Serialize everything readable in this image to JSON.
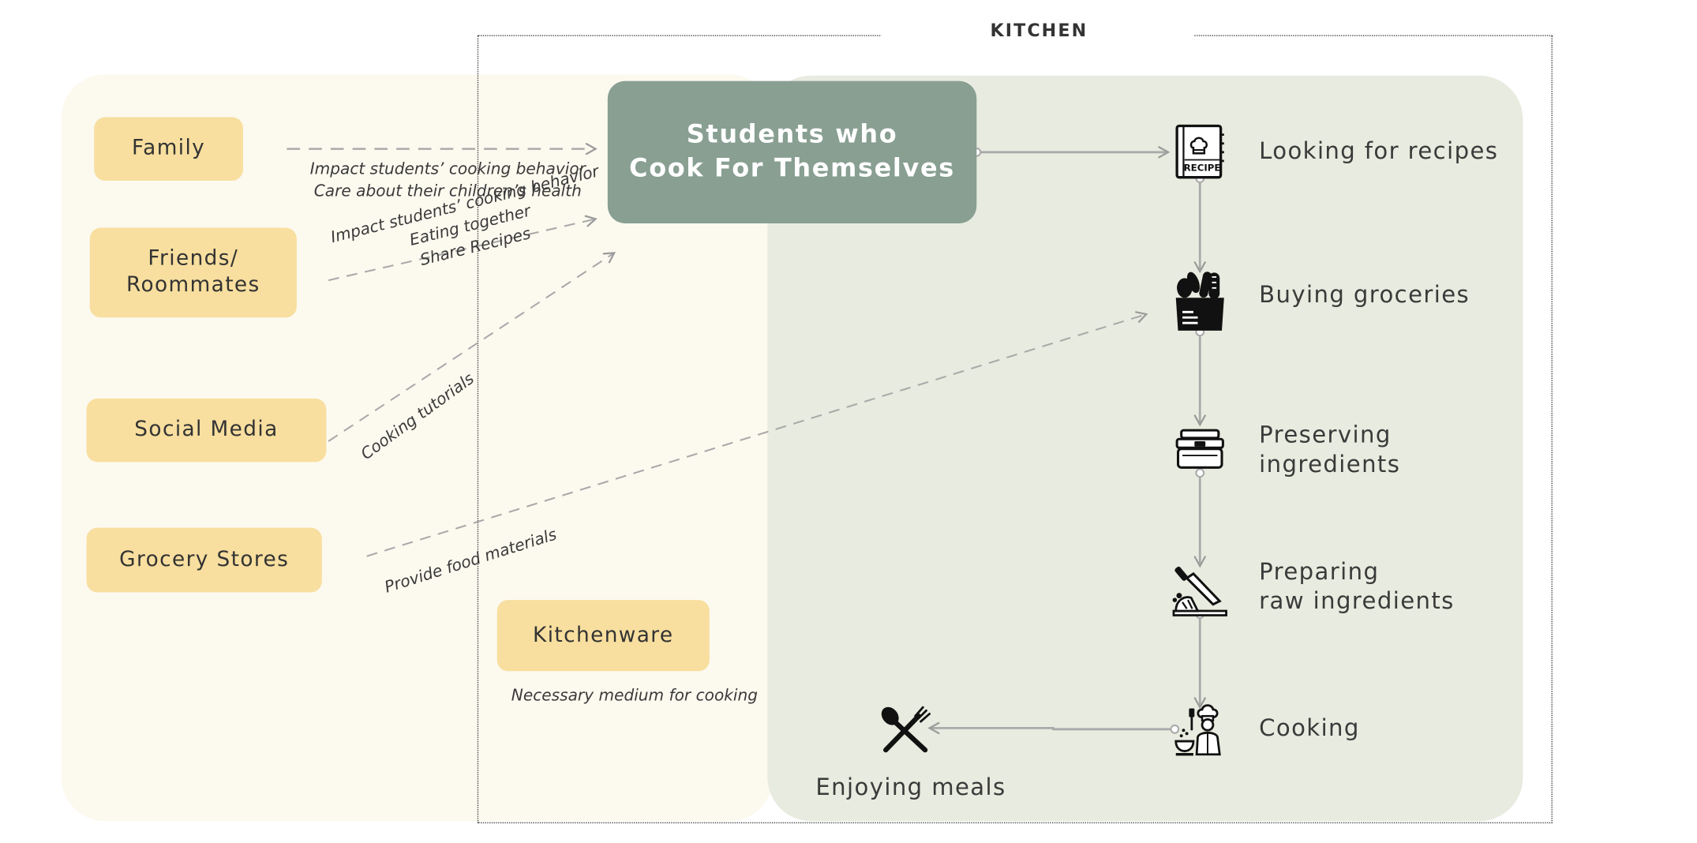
{
  "kitchen_label": "KITCHEN",
  "central": {
    "line1": "Students who",
    "line2": "Cook For Themselves"
  },
  "actors": {
    "family": "Family",
    "friends_line1": "Friends/",
    "friends_line2": "Roommates",
    "social_media": "Social Media",
    "grocery_stores": "Grocery Stores",
    "kitchenware": "Kitchenware"
  },
  "notes": {
    "family_1": "Impact students’ cooking behavior",
    "family_2": "Care about their children’s health",
    "friends_1": "Impact students’ cooking behavior",
    "friends_2": "Eating together",
    "friends_3": "Share Recipes",
    "social": "Cooking tutorials",
    "grocery": "Provide food materials",
    "kitchenware": "Necessary medium for cooking"
  },
  "steps": {
    "recipes": "Looking for recipes",
    "groceries": "Buying groceries",
    "preserving_1": "Preserving",
    "preserving_2": "ingredients",
    "preparing_1": "Preparing",
    "preparing_2": "raw ingredients",
    "cooking": "Cooking",
    "enjoying": "Enjoying meals"
  },
  "icons": {
    "recipe_book": "recipe-book-icon",
    "recipe_book_text": "RECIPE",
    "grocery_bag": "grocery-bag-icon",
    "food_container": "food-container-icon",
    "cutting_board": "cutting-board-icon",
    "chef": "chef-cooking-icon",
    "utensils": "spoon-fork-icon"
  },
  "colors": {
    "actor_fill": "#f8df9f",
    "central_fill": "#889f92",
    "left_panel": "#fcf9ef",
    "right_panel": "#e8ebdf",
    "connector": "#aaaaaa"
  }
}
